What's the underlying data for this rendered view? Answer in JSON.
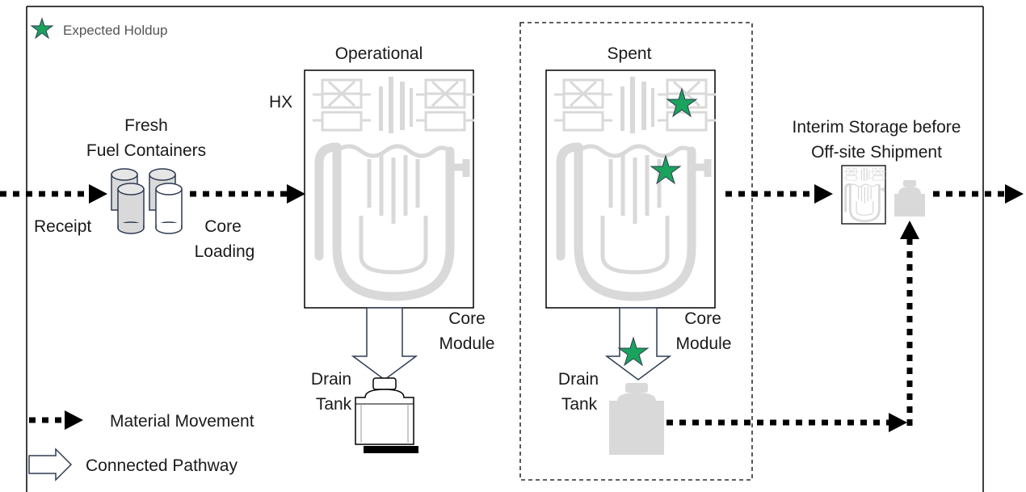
{
  "legend": {
    "holdup_label": "Expected Holdup",
    "movement_label": "Material Movement",
    "pathway_label": "Connected Pathway"
  },
  "labels": {
    "fresh_line1": "Fresh",
    "fresh_line2": "Fuel Containers",
    "receipt": "Receipt",
    "core_loading_line1": "Core",
    "core_loading_line2": "Loading",
    "operational": "Operational",
    "hx": "HX",
    "spent": "Spent",
    "core_module_line1": "Core",
    "core_module_line2": "Module",
    "drain_tank_line1": "Drain",
    "drain_tank_line2": "Tank",
    "interim_line1": "Interim Storage before",
    "interim_line2": "Off-site Shipment"
  },
  "colors": {
    "holdup_star": "#1aa35c",
    "ghost_component": "#d9d9d9",
    "stroke": "#000000"
  }
}
